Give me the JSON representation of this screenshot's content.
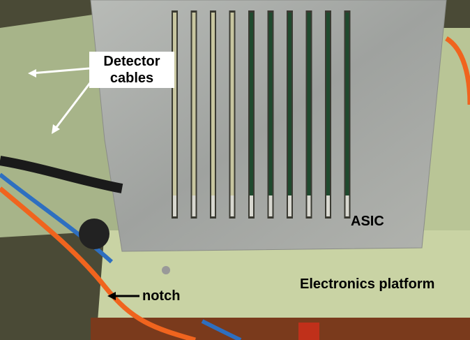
{
  "annotations": {
    "detector_cables": "Detector cables",
    "asic": "ASIC",
    "electronics_platform": "Electronics platform",
    "notch": "notch"
  },
  "colors": {
    "aluminum_plate": "#a9aca8",
    "platform_green": "#c9d3a4",
    "strip_bare": "#c8c6a0",
    "strip_pcb": "#1f4a2e",
    "cable_orange": "#f0641e",
    "cable_blue": "#2e6fc0"
  }
}
